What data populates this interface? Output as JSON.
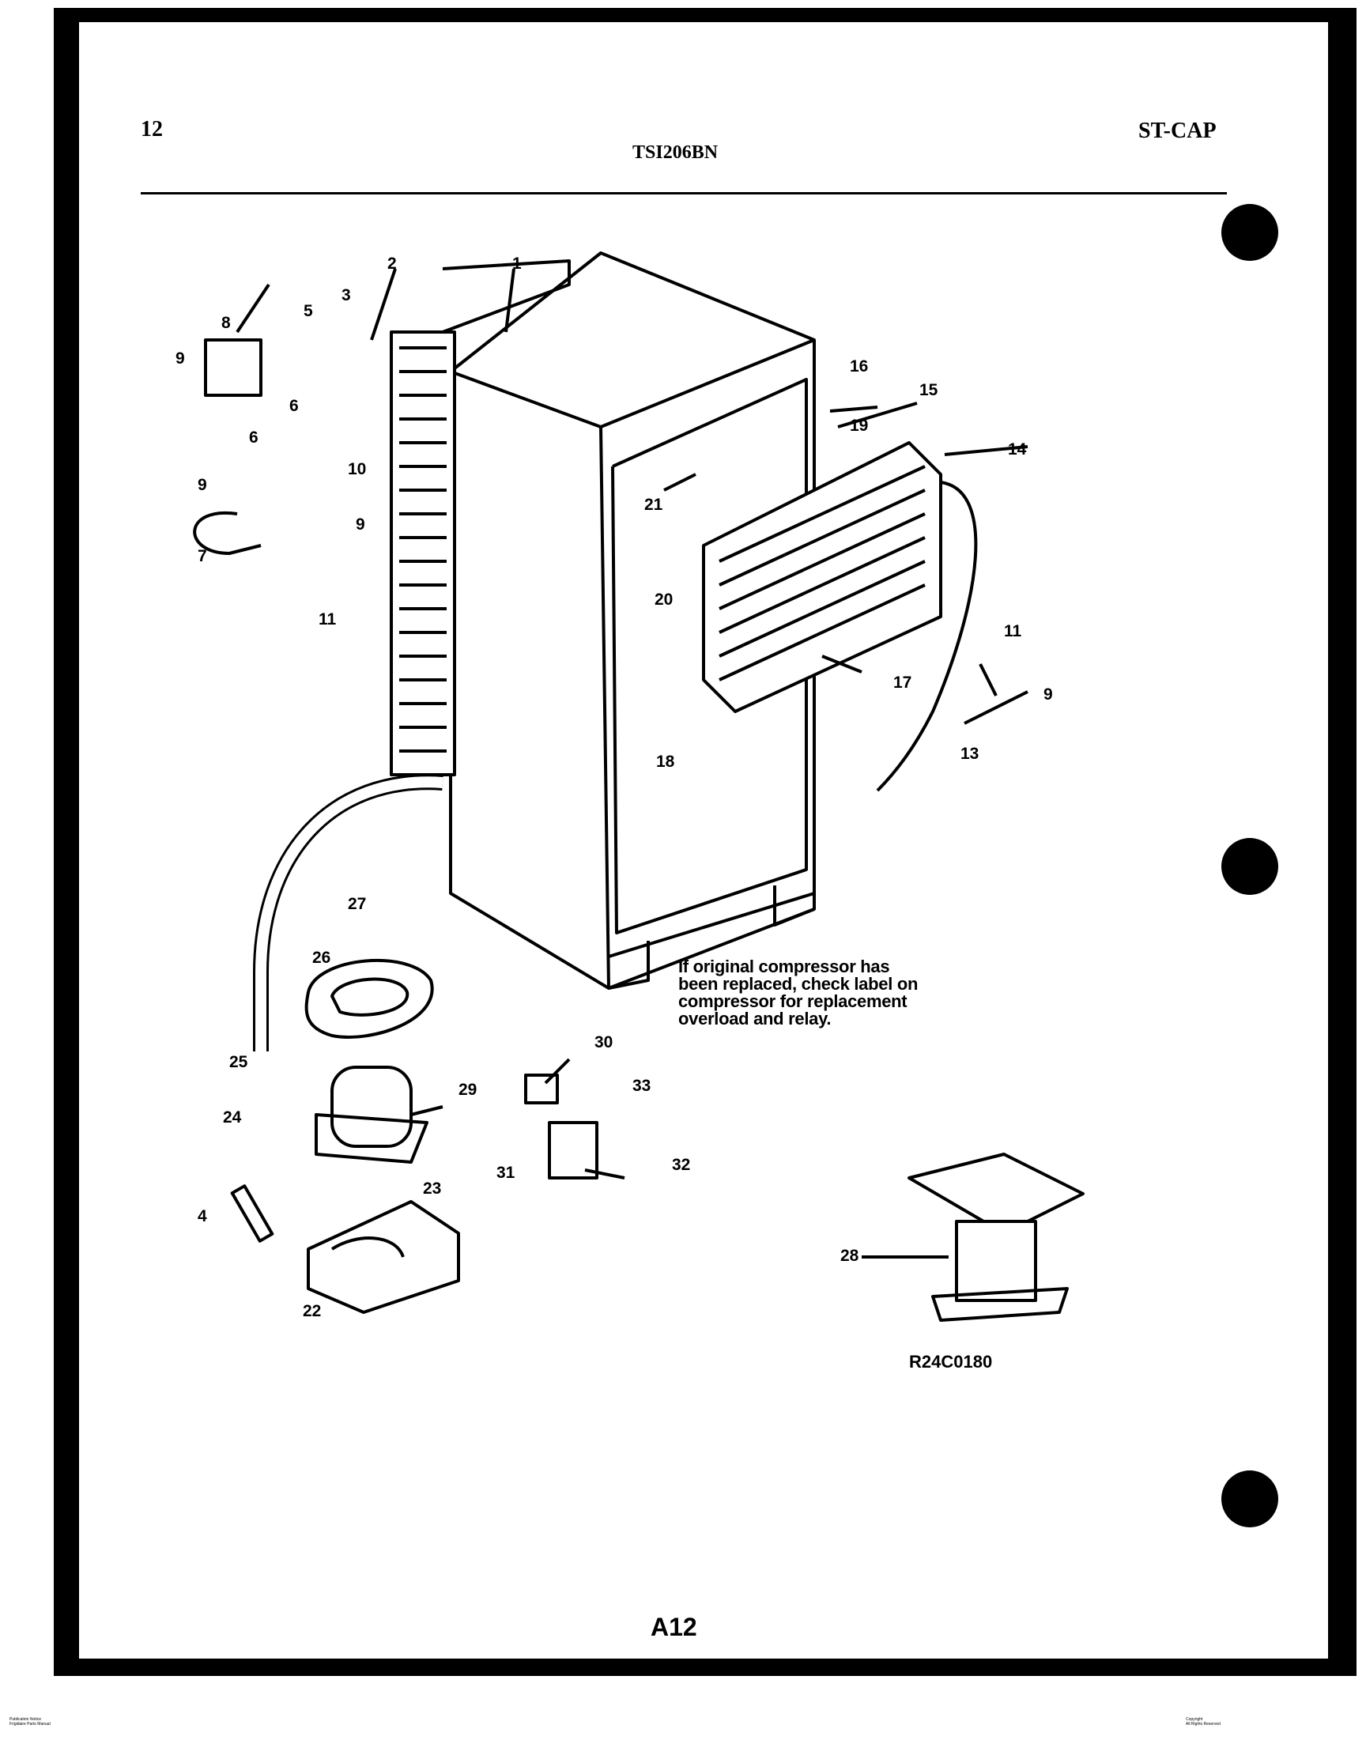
{
  "header": {
    "page_number": "12",
    "model": "TSI206BN",
    "section": "ST-CAP"
  },
  "note": {
    "line1": "If original compressor has",
    "line2": "been replaced, check label on",
    "line3": "compressor for replacement",
    "line4": "overload and relay."
  },
  "diagram_code": "R24C0180",
  "page_code": "A12",
  "footer": {
    "left_line1": "Publication Notice",
    "left_line2": "Frigidaire Parts Manual",
    "right_line1": "Copyright",
    "right_line2": "All Rights Reserved"
  },
  "callouts": [
    "1",
    "2",
    "3",
    "8",
    "9",
    "5",
    "6",
    "6",
    "9",
    "10",
    "7",
    "9",
    "11",
    "16",
    "15",
    "19",
    "14",
    "21",
    "20",
    "18",
    "17",
    "11",
    "9",
    "13",
    "27",
    "26",
    "25",
    "29",
    "24",
    "4",
    "23",
    "22",
    "30",
    "33",
    "31",
    "32",
    "28"
  ]
}
